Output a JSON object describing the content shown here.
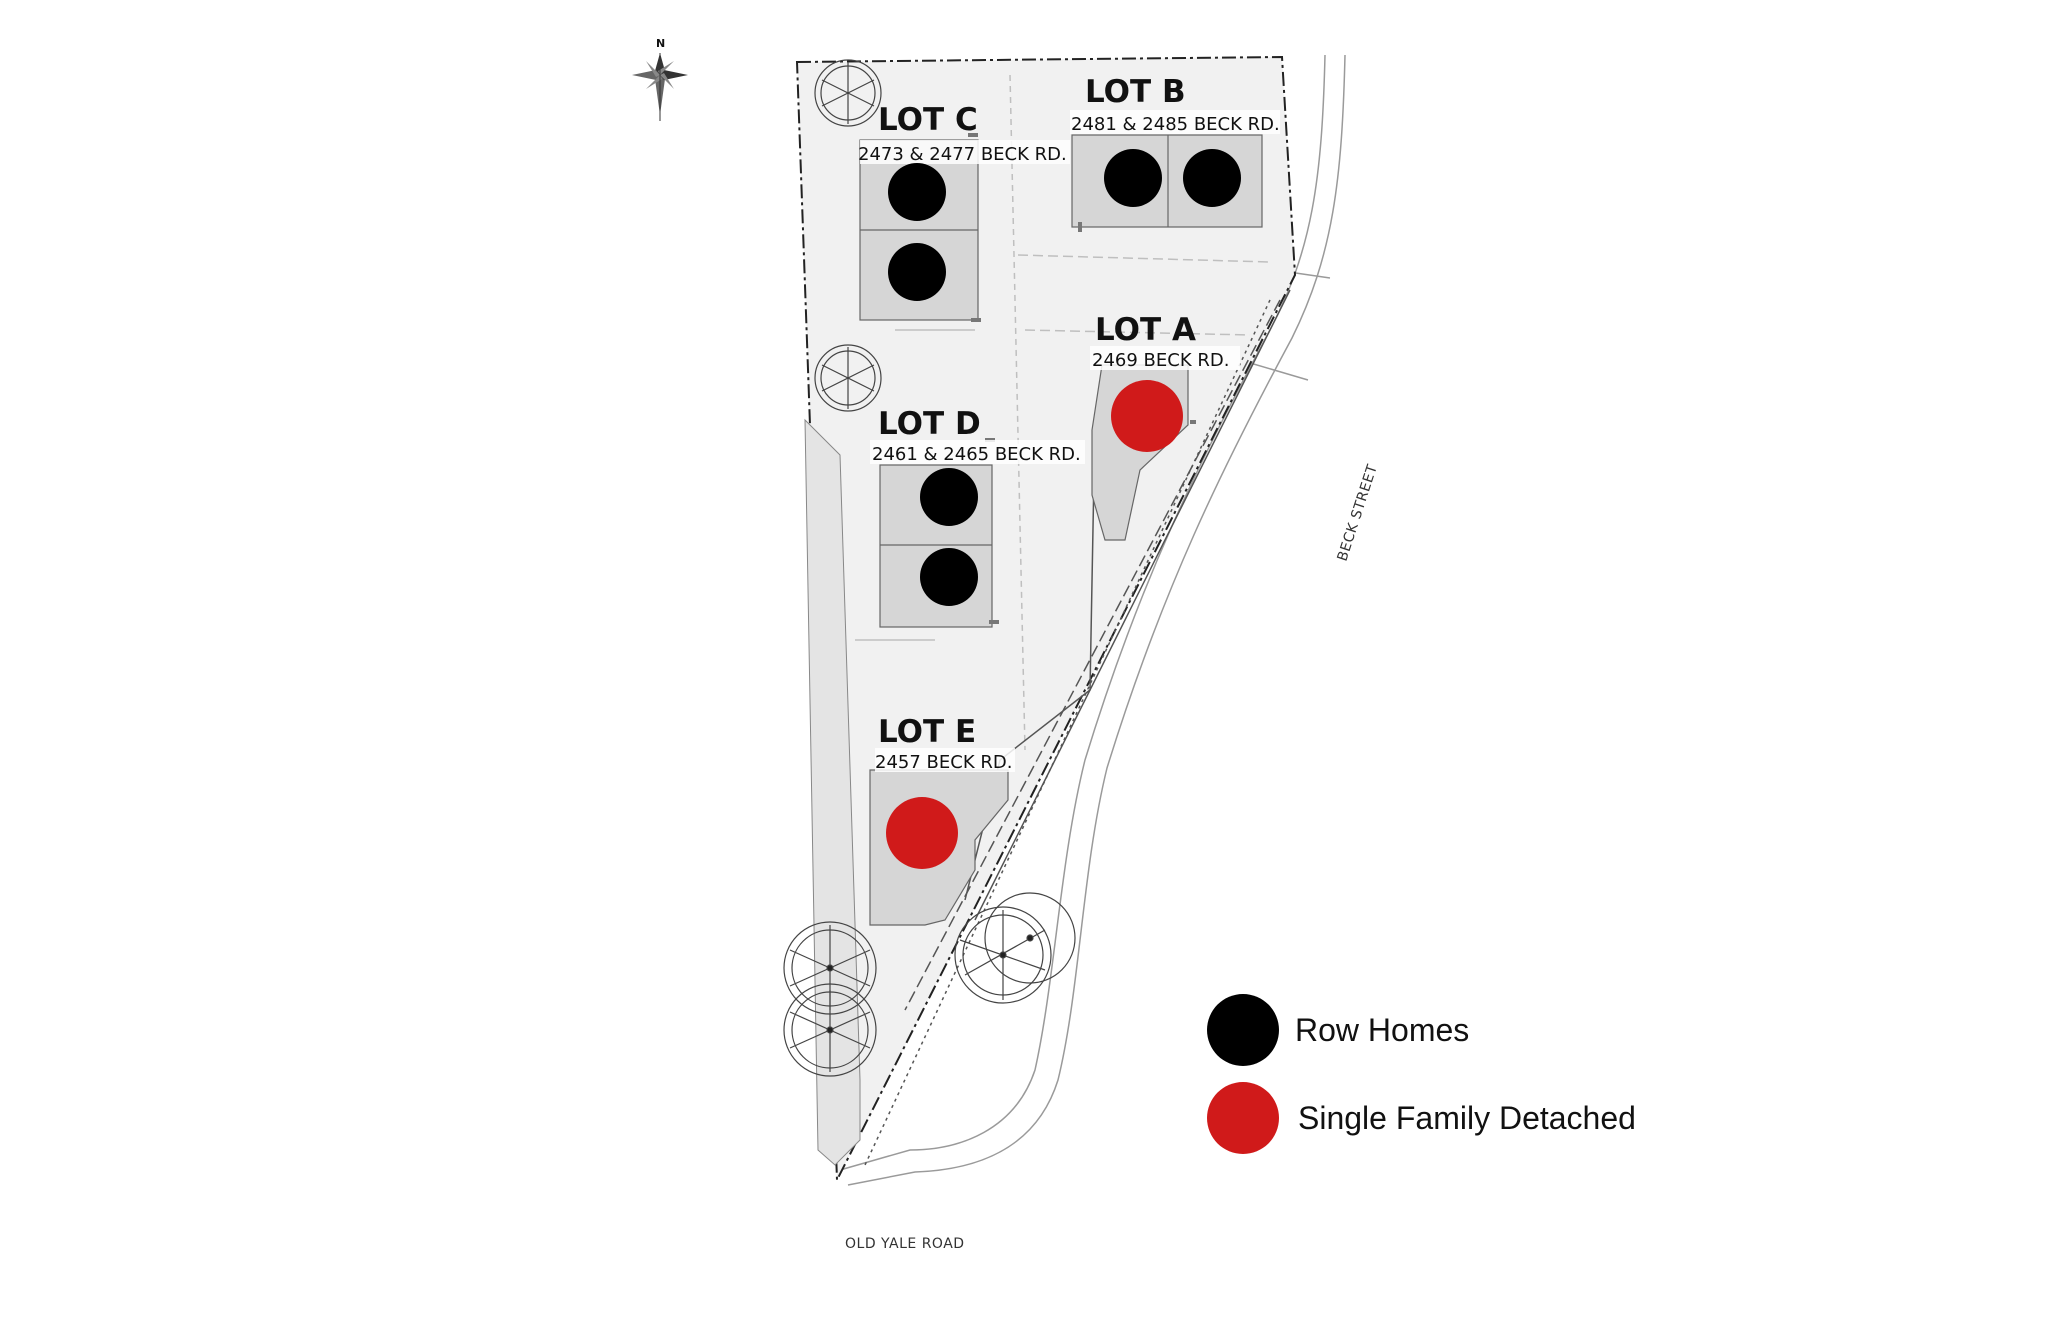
{
  "compass": {
    "label": "N"
  },
  "lots": [
    {
      "id": "lot-a",
      "title": "LOT A",
      "address": "2469 BECK RD.",
      "type": "single_family"
    },
    {
      "id": "lot-b",
      "title": "LOT B",
      "address": "2481 & 2485 BECK RD.",
      "type": "row_homes"
    },
    {
      "id": "lot-c",
      "title": "LOT C",
      "address": "2473 & 2477 BECK RD.",
      "type": "row_homes"
    },
    {
      "id": "lot-d",
      "title": "LOT D",
      "address": "2461 & 2465 BECK RD.",
      "type": "row_homes"
    },
    {
      "id": "lot-e",
      "title": "LOT E",
      "address": "2457 BECK RD.",
      "type": "single_family"
    }
  ],
  "streets": {
    "east": "BECK STREET",
    "south": "OLD YALE ROAD"
  },
  "legend": [
    {
      "label": "Row Homes",
      "color": "#000000"
    },
    {
      "label": "Single Family Detached",
      "color": "#d01a1a"
    }
  ],
  "colors": {
    "row_homes": "#000000",
    "single_family": "#d01a1a",
    "site_fill": "#f1f1f1",
    "building_fill": "#d6d6d6"
  }
}
